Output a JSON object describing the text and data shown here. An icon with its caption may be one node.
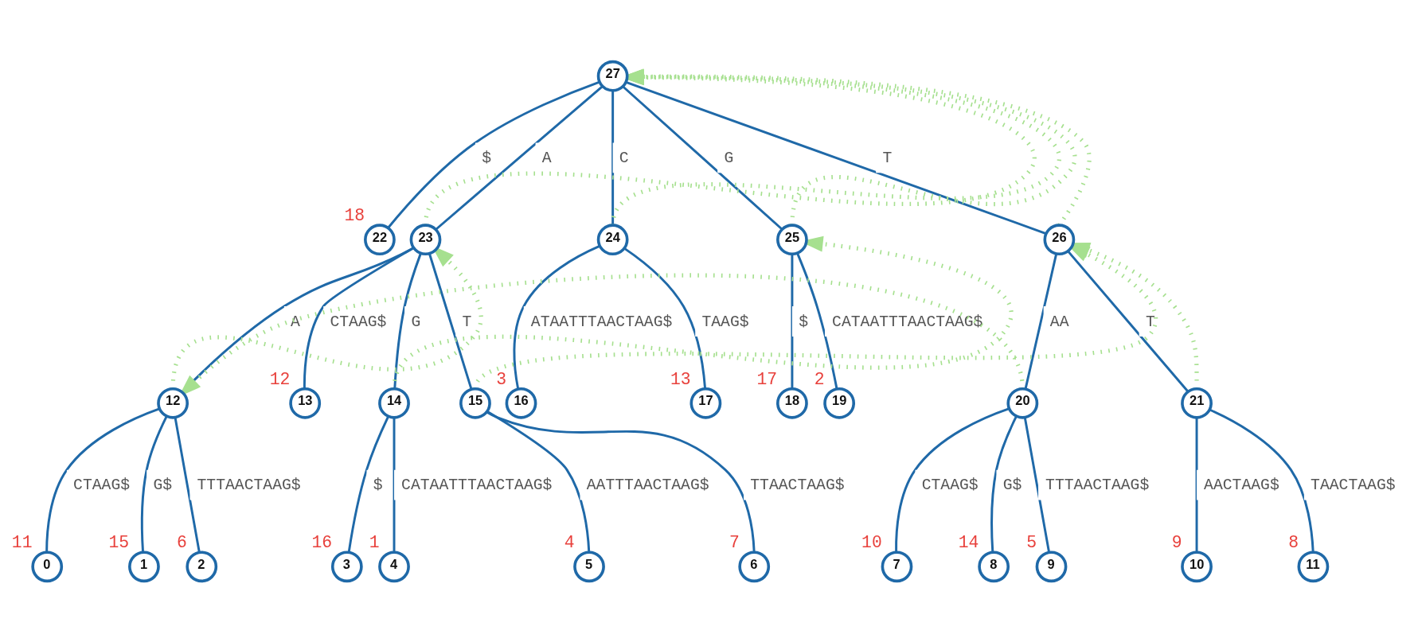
{
  "diagram": {
    "nodes": [
      {
        "text": [
          "27"
        ]
      },
      {
        "text": [
          "22"
        ],
        "beside": [
          "18"
        ]
      },
      {
        "text": [
          "23"
        ]
      },
      {
        "text": [
          "24"
        ]
      },
      {
        "text": [
          "25"
        ]
      },
      {
        "text": [
          "26"
        ]
      },
      {
        "text": [
          "12"
        ]
      },
      {
        "text": [
          "13"
        ],
        "beside": [
          "12"
        ]
      },
      {
        "text": [
          "14"
        ]
      },
      {
        "text": [
          "15"
        ]
      },
      {
        "text": [
          "16"
        ],
        "beside": [
          "3"
        ]
      },
      {
        "text": [
          "17"
        ],
        "beside": [
          "13"
        ]
      },
      {
        "text": [
          "18"
        ],
        "beside": [
          "17"
        ]
      },
      {
        "text": [
          "19"
        ],
        "beside": [
          "2"
        ]
      },
      {
        "text": [
          "20"
        ]
      },
      {
        "text": [
          "21"
        ]
      },
      {
        "text": [
          "0"
        ],
        "beside": [
          "11"
        ]
      },
      {
        "text": [
          "1"
        ],
        "beside": [
          "15"
        ]
      },
      {
        "text": [
          "2"
        ],
        "beside": [
          "6"
        ]
      },
      {
        "text": [
          "3"
        ],
        "beside": [
          "16"
        ]
      },
      {
        "text": [
          "4"
        ],
        "beside": [
          "1"
        ]
      },
      {
        "text": [
          "5"
        ],
        "beside": [
          "4"
        ]
      },
      {
        "text": [
          "6"
        ],
        "beside": [
          "7"
        ]
      },
      {
        "text": [
          "7"
        ],
        "beside": [
          "10"
        ]
      },
      {
        "text": [
          "8"
        ],
        "beside": [
          "14"
        ]
      },
      {
        "text": [
          "9"
        ],
        "beside": [
          "5"
        ]
      },
      {
        "text": [
          "10"
        ],
        "beside": [
          "9"
        ]
      },
      {
        "text": [
          "11"
        ],
        "beside": [
          "8"
        ]
      }
    ],
    "edges": [
      {
        "from": 2,
        "to": 0,
        "arrow": "to",
        "style": "dashed",
        "color": "#a6e08f"
      },
      {
        "from": 3,
        "to": 0,
        "arrow": "to",
        "style": "dashed",
        "color": "#a6e08f"
      },
      {
        "from": 4,
        "to": 0,
        "arrow": "to",
        "style": "dashed",
        "color": "#a6e08f"
      },
      {
        "from": 5,
        "to": 0,
        "arrow": "to",
        "style": "dashed",
        "color": "#a6e08f"
      },
      {
        "from": 6,
        "to": 2,
        "arrow": "to",
        "style": "dashed",
        "color": "#a6e08f"
      },
      {
        "from": 8,
        "to": 4,
        "arrow": "to",
        "style": "dashed",
        "color": "#a6e08f"
      },
      {
        "from": 9,
        "to": 5,
        "arrow": "to",
        "style": "dashed",
        "color": "#a6e08f"
      },
      {
        "from": 14,
        "to": 6,
        "arrow": "to",
        "style": "dashed",
        "color": "#a6e08f"
      },
      {
        "from": 15,
        "to": 5,
        "arrow": "to",
        "style": "dashed",
        "color": "#a6e08f"
      },
      {
        "from": 0,
        "to": 1,
        "arrow": "none",
        "label": "$"
      },
      {
        "from": 0,
        "to": 2,
        "arrow": "none",
        "label": "A"
      },
      {
        "from": 0,
        "to": 3,
        "arrow": "none",
        "label": "C"
      },
      {
        "from": 0,
        "to": 4,
        "arrow": "none",
        "label": "G"
      },
      {
        "from": 0,
        "to": 5,
        "arrow": "none",
        "label": "T"
      },
      {
        "from": 2,
        "to": 6,
        "arrow": "none",
        "label": "A"
      },
      {
        "from": 2,
        "to": 7,
        "arrow": "none",
        "label": "CTAAG$"
      },
      {
        "from": 2,
        "to": 8,
        "arrow": "none",
        "label": "G"
      },
      {
        "from": 2,
        "to": 9,
        "arrow": "none",
        "label": "T"
      },
      {
        "from": 3,
        "to": 10,
        "arrow": "none",
        "label": "ATAATTTAACTAAG$"
      },
      {
        "from": 3,
        "to": 11,
        "arrow": "none",
        "label": "TAAG$"
      },
      {
        "from": 4,
        "to": 12,
        "arrow": "none",
        "label": "$"
      },
      {
        "from": 4,
        "to": 13,
        "arrow": "none",
        "label": "CATAATTTAACTAAG$"
      },
      {
        "from": 5,
        "to": 14,
        "arrow": "none",
        "label": "AA"
      },
      {
        "from": 5,
        "to": 15,
        "arrow": "none",
        "label": "T"
      },
      {
        "from": 6,
        "to": 16,
        "arrow": "none",
        "label": "CTAAG$"
      },
      {
        "from": 6,
        "to": 17,
        "arrow": "none",
        "label": "G$"
      },
      {
        "from": 6,
        "to": 18,
        "arrow": "none",
        "label": "TTTAACTAAG$"
      },
      {
        "from": 8,
        "to": 19,
        "arrow": "none",
        "label": "$"
      },
      {
        "from": 8,
        "to": 20,
        "arrow": "none",
        "label": "CATAATTTAACTAAG$"
      },
      {
        "from": 9,
        "to": 21,
        "arrow": "none",
        "label": "AATTTAACTAAG$"
      },
      {
        "from": 9,
        "to": 22,
        "arrow": "none",
        "label": "TTAACTAAG$"
      },
      {
        "from": 14,
        "to": 23,
        "arrow": "none",
        "label": "CTAAG$"
      },
      {
        "from": 14,
        "to": 24,
        "arrow": "none",
        "label": "G$"
      },
      {
        "from": 14,
        "to": 25,
        "arrow": "none",
        "label": "TTTAACTAAG$"
      },
      {
        "from": 15,
        "to": 26,
        "arrow": "none",
        "label": "AACTAAG$"
      },
      {
        "from": 15,
        "to": 27,
        "arrow": "none",
        "label": "TAACTAAG$"
      }
    ]
  }
}
